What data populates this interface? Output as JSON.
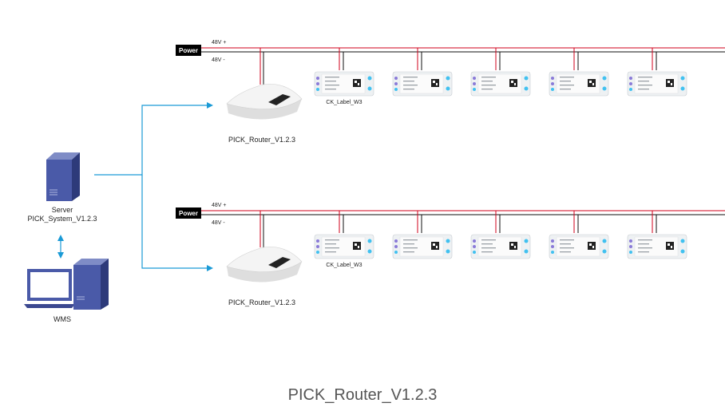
{
  "caption": "PICK_Router_V1.2.3",
  "rows": [
    {
      "power_label": "Power",
      "v_plus": "48V +",
      "v_minus": "48V -",
      "router_label": "PICK_Router_V1.2.3",
      "label_caption": "CK_Label_W3",
      "label_count": 5
    },
    {
      "power_label": "Power",
      "v_plus": "48V +",
      "v_minus": "48V -",
      "router_label": "PICK_Router_V1.2.3",
      "label_caption": "CK_Label_W3",
      "label_count": 5
    }
  ],
  "server": {
    "line1": "Server",
    "line2": "PICK_System_V1.2.3"
  },
  "wms": {
    "label": "WMS"
  },
  "colors": {
    "connector": "#1a9ad6",
    "wire_red": "#d0021b",
    "wire_black": "#111111",
    "server_blue": "#4a5aa8"
  },
  "icons": [
    "server-icon",
    "workstation-icon",
    "router-icon",
    "label-device-icon",
    "power-box"
  ]
}
